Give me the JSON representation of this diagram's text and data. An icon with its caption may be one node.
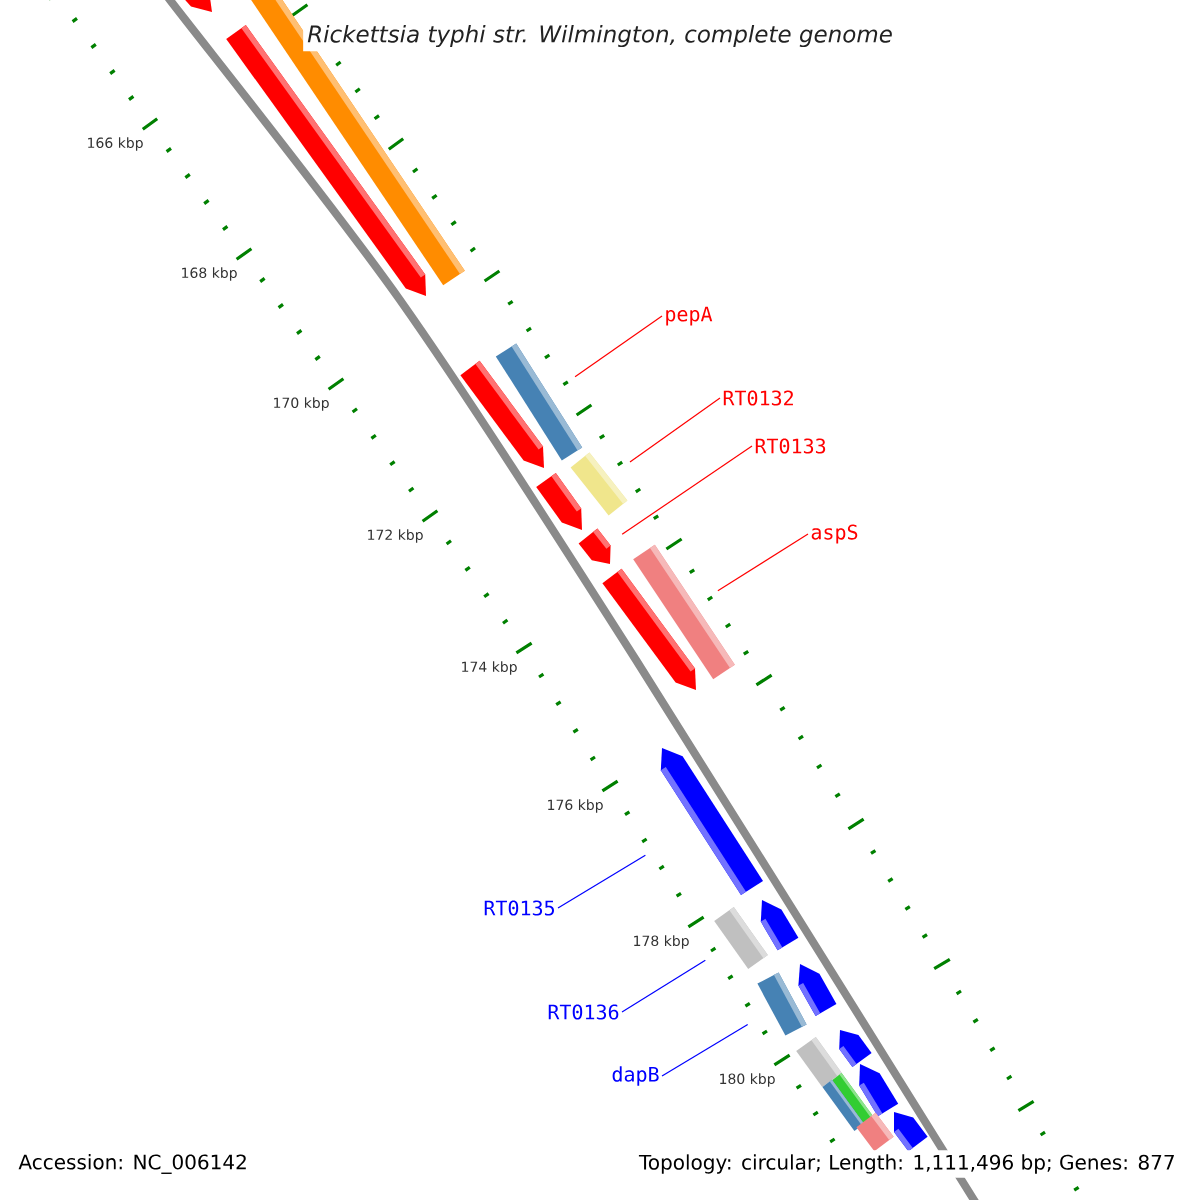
{
  "diagram": {
    "title": "Rickettsia typhi str. Wilmington, complete genome",
    "nodes": [
      {
        "text": [
          "pepA"
        ]
      },
      {
        "text": [
          "RT0132"
        ]
      },
      {
        "text": [
          "RT0133"
        ]
      },
      {
        "text": [
          "aspS"
        ]
      },
      {
        "text": [
          "RT0135"
        ]
      },
      {
        "text": [
          "RT0136"
        ]
      },
      {
        "text": [
          "dapB"
        ]
      },
      {
        "text": [],
        "shape": "arrow"
      },
      {
        "text": [],
        "shape": "bar"
      },
      {
        "text": [],
        "shape": "arrow"
      },
      {
        "text": [],
        "shape": "bar"
      },
      {
        "text": [],
        "shape": "arrow"
      },
      {
        "text": [],
        "shape": "bar"
      },
      {
        "text": [],
        "shape": "arrow"
      },
      {
        "text": [],
        "shape": "arrow"
      },
      {
        "text": [],
        "shape": "bar"
      },
      {
        "text": [],
        "shape": "arrow"
      },
      {
        "text": [],
        "shape": "arrow"
      },
      {
        "text": [],
        "shape": "arrow"
      },
      {
        "text": [],
        "shape": "bar"
      },
      {
        "text": [],
        "shape": "arrow"
      },
      {
        "text": [],
        "shape": "bar"
      },
      {
        "text": [],
        "shape": "arrow"
      },
      {
        "text": [],
        "shape": "bar"
      },
      {
        "text": [],
        "shape": "arrow"
      },
      {
        "text": [],
        "shape": "bar"
      },
      {
        "text": [],
        "shape": "bar"
      },
      {
        "text": [],
        "shape": "arrow"
      },
      {
        "text": [],
        "shape": "bar"
      }
    ],
    "edges": [
      {
        "from": 0,
        "to": 10,
        "arrow": "none",
        "color": "#ff0000"
      },
      {
        "from": 1,
        "to": 12,
        "arrow": "none",
        "color": "#ff0000"
      },
      {
        "from": 2,
        "to": 14,
        "arrow": "none",
        "color": "#ff0000"
      },
      {
        "from": 3,
        "to": 15,
        "arrow": "none",
        "color": "#ff0000"
      },
      {
        "from": 4,
        "to": 17,
        "arrow": "none",
        "color": "#0000ff"
      },
      {
        "from": 5,
        "to": 19,
        "arrow": "none",
        "color": "#0000ff"
      },
      {
        "from": 6,
        "to": 21,
        "arrow": "none",
        "color": "#0000ff"
      }
    ],
    "labels": [
      "166 kbp",
      "168 kbp",
      "170 kbp",
      "172 kbp",
      "174 kbp",
      "176 kbp",
      "178 kbp",
      "180 kbp",
      "Accession: NC_006142",
      "Topology: circular; Length: 1,111,496 bp; Genes: 877"
    ]
  }
}
